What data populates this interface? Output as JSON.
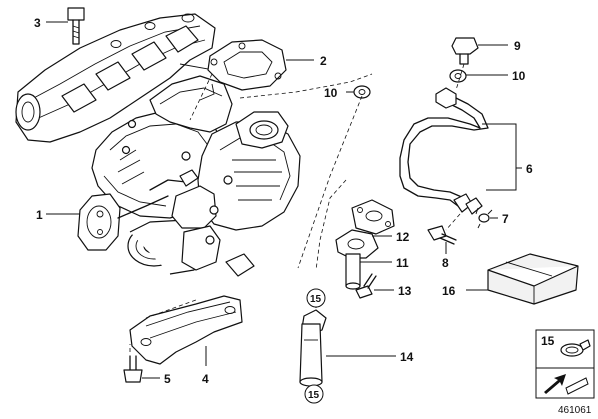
{
  "parts": [
    {
      "id": "1",
      "label": "1"
    },
    {
      "id": "2",
      "label": "2"
    },
    {
      "id": "3",
      "label": "3"
    },
    {
      "id": "4",
      "label": "4"
    },
    {
      "id": "5",
      "label": "5"
    },
    {
      "id": "6",
      "label": "6"
    },
    {
      "id": "7",
      "label": "7"
    },
    {
      "id": "8",
      "label": "8"
    },
    {
      "id": "9",
      "label": "9"
    },
    {
      "id": "10a",
      "label": "10"
    },
    {
      "id": "10b",
      "label": "10"
    },
    {
      "id": "11",
      "label": "11"
    },
    {
      "id": "12",
      "label": "12"
    },
    {
      "id": "13",
      "label": "13"
    },
    {
      "id": "14",
      "label": "14"
    },
    {
      "id": "15",
      "label": "15"
    },
    {
      "id": "16",
      "label": "16"
    }
  ],
  "circled_refs": [
    {
      "id": "c15a",
      "label": "15"
    },
    {
      "id": "c15b",
      "label": "15"
    }
  ],
  "legend": {
    "label": "15"
  },
  "diagram_number": "461061"
}
